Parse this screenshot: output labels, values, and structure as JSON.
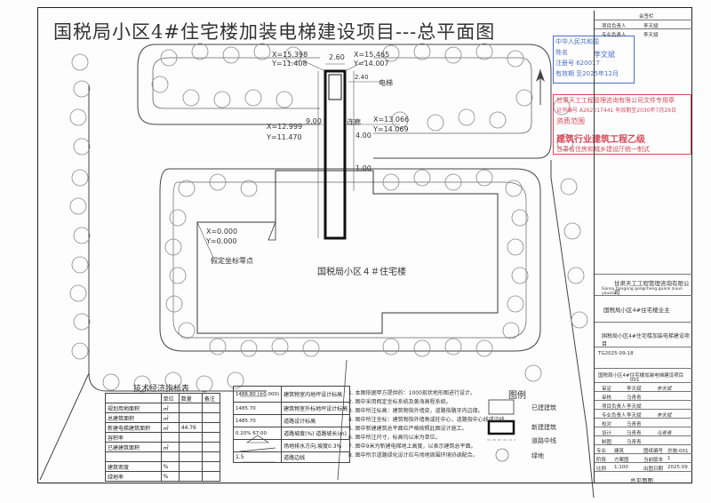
{
  "title": "国税局小区4#住宅楼加装电梯建设项目---总平面图",
  "coords": [
    {
      "x": "X=15.398",
      "y": "Y=11.408"
    },
    {
      "x": "X=15.465",
      "y": "Y=14.007"
    },
    {
      "x": "X=12.999",
      "y": "Y=11.470"
    },
    {
      "x": "X=13.066",
      "y": "Y=14.069"
    },
    {
      "x": "X=0.000",
      "y": "Y=0.000"
    }
  ],
  "dims": {
    "width": "2.60",
    "d1": "2.40",
    "d2": "9.00",
    "d3": "4.00",
    "d4": "1.00"
  },
  "labels": {
    "elevator": "电梯",
    "passage": "连廊",
    "datum": "假定坐标零点",
    "building": "国税局小区４＃住宅楼"
  },
  "tech_table": {
    "title": "技术经济指标表",
    "headers": [
      "",
      "单位",
      "数量",
      "备注"
    ],
    "rows": [
      [
        "规划用地面积",
        "㎡",
        ""
      ],
      [
        "总建筑面积",
        "㎡",
        ""
      ],
      [
        "新建电梯建筑面积",
        "㎡",
        "44.76"
      ],
      [
        "容积率",
        "",
        ""
      ],
      [
        "已建建筑面积",
        "㎡",
        ""
      ],
      [
        "",
        "",
        ""
      ],
      [
        "建筑密度",
        "%",
        ""
      ],
      [
        "绿地率",
        "%",
        ""
      ]
    ]
  },
  "symbols": [
    {
      "sym": "1486.80 (±0.000)",
      "text": "建筑物室内地坪设计标高"
    },
    {
      "sym": "1485.70",
      "text": "建筑物室外标地坪设计标高"
    },
    {
      "sym": "1485.70",
      "text": "道路设计标高"
    },
    {
      "sym": "0.20% 67.00",
      "text": "道路坡度(%) 道路坡长(m)"
    },
    {
      "sym": "",
      "text": "场地排水方向,坡度0.3%"
    },
    {
      "sym": "1.5",
      "text": "道路边线"
    }
  ],
  "notes": [
    "1. 本图依据甲方提供的：1000现状地形图进行设计。",
    "2. 图中采用假定坐标系统及黄海高程系统。",
    "3. 图中所注标高：建筑物指外墙皮，道路指路牙内边缘。",
    "4. 图中所注坐标：建筑物指外墙角或柱中心，道路指中心线或边线。",
    "5. 图中新建建筑总平面应严格按照此图设计施工。",
    "6. 图中所注尺寸，标高均以米为单位。",
    "7. 图中9米为新建电梯地上高度，以表示建筑总平面。",
    "8. 图中所示道路绿化设计应与场地周围环境协调配合。"
  ],
  "legend": {
    "title": "图例",
    "items": [
      "已建建筑",
      "新建建筑",
      "道路中线",
      "绿地"
    ]
  },
  "blue_stamp": {
    "line1": "中华人民共和国",
    "line2": "姓名",
    "line3": "注册号 620017",
    "line4": "有效期 至2025年12月",
    "name": "李文斌"
  },
  "red_stamp": {
    "line1": "甘肃天工工程管理咨询有限公司文件专用章",
    "line2": "证书编号 A262017441 有效期至2030年7月29日",
    "line3": "资质范围",
    "line4": "建筑行业建筑工程乙级",
    "line5": "甘肃省住房和城乡建设厅统一制式"
  },
  "title_block": {
    "top_label": "会签栏",
    "r1a": "项目负责人",
    "r1b": "李天斌",
    "r2a": "专业负责人",
    "r2b": "李天斌",
    "company": "甘肃天工工程管理咨询有限公司",
    "company_en": "Gansu tiangong gongcheng guanli zixun youxian",
    "client": "国税局小区4#住宅楼业主",
    "project": "国税局小区4#住宅楼加装电梯建设项目",
    "project_no": "TG2025-09-18",
    "project_name2": "国税局小区4#住宅楼加装电梯建设项目",
    "code": "001",
    "roles": [
      {
        "role": "审定",
        "name": "李天斌",
        "sign": "李天斌"
      },
      {
        "role": "审核",
        "name": "马青青",
        "sign": ""
      },
      {
        "role": "项目负责人",
        "name": "李天斌",
        "sign": ""
      },
      {
        "role": "专业负责人",
        "name": "李天斌",
        "sign": "李天斌"
      },
      {
        "role": "校对",
        "name": "马青青",
        "sign": ""
      },
      {
        "role": "设计",
        "name": "马青青",
        "sign": "马青青"
      },
      {
        "role": "制图",
        "name": "马青青",
        "sign": ""
      }
    ],
    "grid": [
      [
        "专业",
        "建筑",
        "图纸编号",
        "总施-001"
      ],
      [
        "阶段",
        "方案图",
        "当前版本",
        "1"
      ],
      [
        "比例",
        "1:100",
        "出图日期",
        "2025.09"
      ]
    ],
    "drawing_name": "总平面图"
  }
}
